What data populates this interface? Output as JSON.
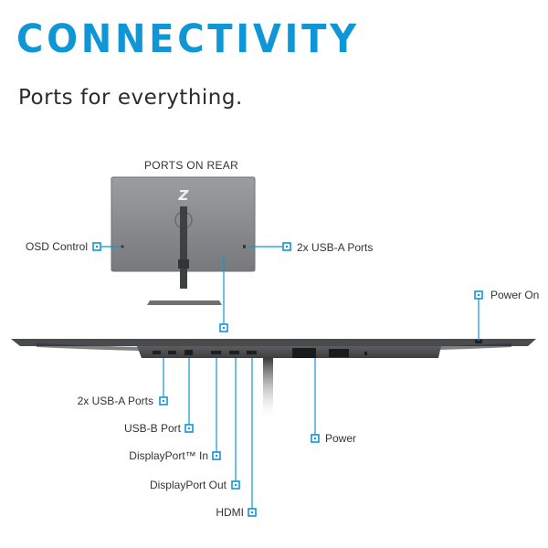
{
  "heading": "CONNECTIVITY",
  "subheading": "Ports for everything.",
  "rear_title": "PORTS ON REAR",
  "callouts": {
    "osd_control": "OSD Control",
    "usb_a_rear": "2x USB-A Ports",
    "power_on": "Power On",
    "usb_a_bottom": "2x USB-A Ports",
    "usb_b": "USB-B Port",
    "displayport_in": "DisplayPort™ In",
    "displayport_out": "DisplayPort Out",
    "hdmi": "HDMI",
    "power": "Power"
  },
  "logo_glyph": "Z",
  "colors": {
    "accent": "#0f96d6",
    "monitor_gray": "#8c8d90",
    "dark_gray": "#3a3a3c",
    "text": "#2b2b2b"
  }
}
